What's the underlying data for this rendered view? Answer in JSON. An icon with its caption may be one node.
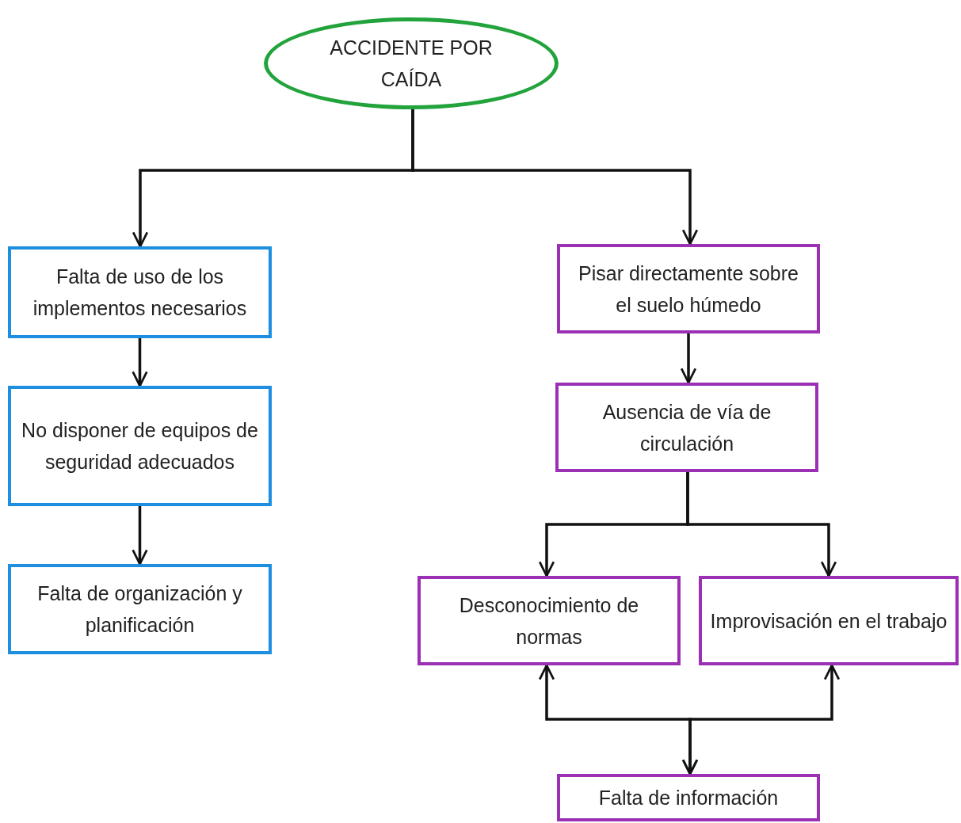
{
  "diagram": {
    "nodes": [
      {
        "text": [
          "ACCIDENTE POR CAÍDA"
        ]
      },
      {
        "text": [
          "Falta de uso de los implementos necesarios"
        ]
      },
      {
        "text": [
          "No disponer de equipos de seguridad adecuados"
        ]
      },
      {
        "text": [
          "Falta de organización y planificación"
        ]
      },
      {
        "text": [
          "Pisar directamente sobre el suelo húmedo"
        ]
      },
      {
        "text": [
          "Ausencia de vía de circulación"
        ]
      },
      {
        "text": [
          "Desconocimiento de normas"
        ]
      },
      {
        "text": [
          "Improvisación en el trabajo"
        ]
      },
      {
        "text": [
          "Falta de información"
        ]
      }
    ],
    "edges": [
      {
        "from": 0,
        "to": 1,
        "arrow": "to"
      },
      {
        "from": 0,
        "to": 4,
        "arrow": "to"
      },
      {
        "from": 1,
        "to": 2,
        "arrow": "to"
      },
      {
        "from": 2,
        "to": 3,
        "arrow": "to"
      },
      {
        "from": 4,
        "to": 5,
        "arrow": "to"
      },
      {
        "from": 5,
        "to": 6,
        "arrow": "to"
      },
      {
        "from": 5,
        "to": 7,
        "arrow": "to"
      },
      {
        "from": 8,
        "to": 6,
        "arrow": "both"
      },
      {
        "from": 8,
        "to": 7,
        "arrow": "both"
      }
    ]
  }
}
